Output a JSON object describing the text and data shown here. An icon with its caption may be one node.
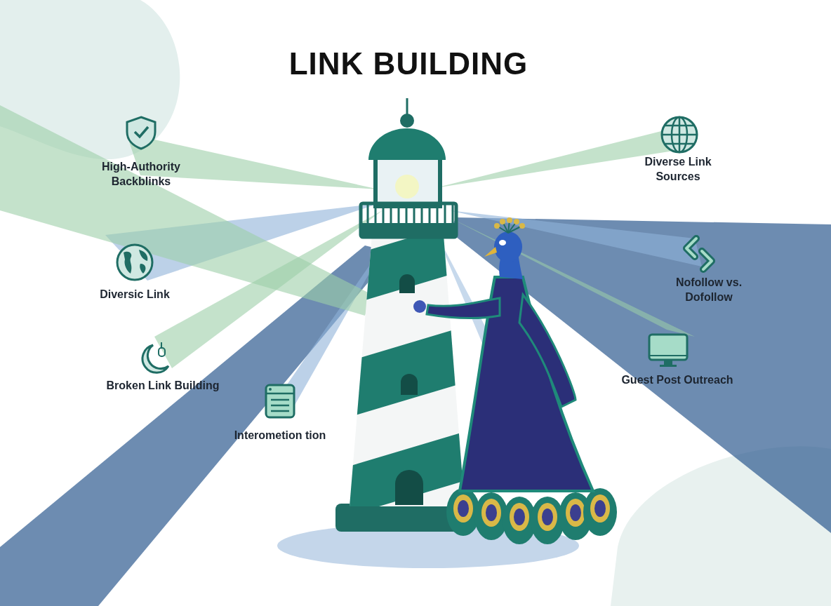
{
  "diagram": {
    "title": "LINK BUILDING",
    "labels": [
      "High-Authority Backblinks",
      "Diverse Link Sources",
      "Diversic Link",
      "Nofollow vs. Dofollow",
      "Broken Link Building",
      "Guest Post Outreach",
      "Interometion tion"
    ]
  }
}
